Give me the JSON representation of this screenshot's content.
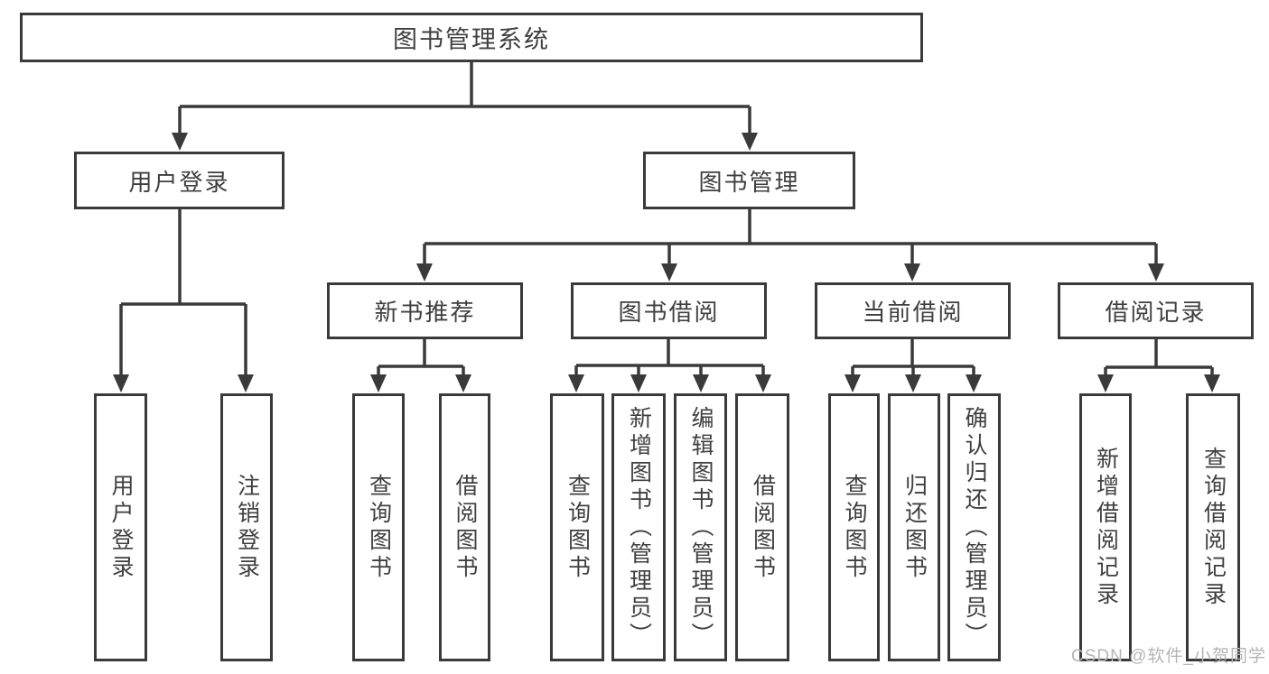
{
  "colors": {
    "line": "#3a3a3a",
    "text": "#3f3f3f",
    "watermark": "#b5b5b5",
    "background": "#ffffff"
  },
  "watermark": {
    "text": "CSDN @软件_小贺同学"
  },
  "tree": {
    "root": {
      "label": "图书管理系统"
    },
    "branches": [
      {
        "label": "用户登录",
        "children": [
          "用户登录",
          "注销登录"
        ]
      },
      {
        "label": "图书管理",
        "groups": [
          {
            "label": "新书推荐",
            "children": [
              "查询图书",
              "借阅图书"
            ]
          },
          {
            "label": "图书借阅",
            "children": [
              "查询图书",
              "新增图书（管理员）",
              "编辑图书（管理员）",
              "借阅图书"
            ]
          },
          {
            "label": "当前借阅",
            "children": [
              "查询图书",
              "归还图书",
              "确认归还（管理员）"
            ]
          },
          {
            "label": "借阅记录",
            "children": [
              "新增借阅记录",
              "查询借阅记录"
            ]
          }
        ]
      }
    ]
  }
}
